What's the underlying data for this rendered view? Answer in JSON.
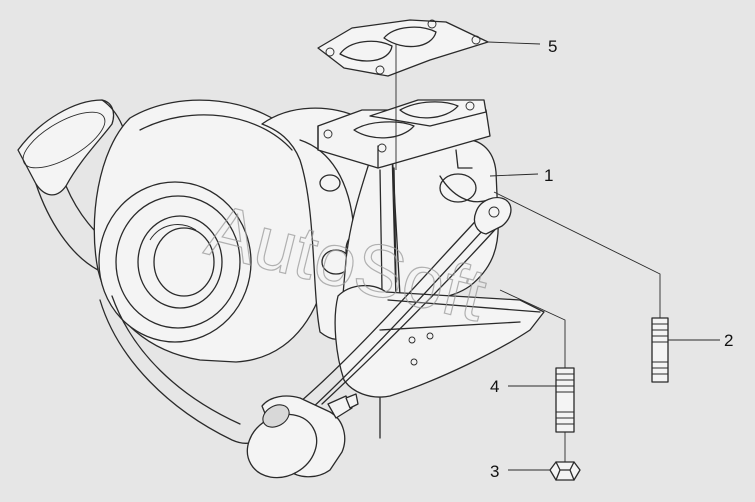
{
  "watermark": "AutoSoft",
  "callouts": [
    {
      "label": "1",
      "part": "turbocharger"
    },
    {
      "label": "2",
      "part": "stud"
    },
    {
      "label": "3",
      "part": "nut"
    },
    {
      "label": "4",
      "part": "stud"
    },
    {
      "label": "5",
      "part": "gasket"
    }
  ],
  "colors": {
    "background": "#e6e6e6",
    "line": "#2a2a2a",
    "watermark": "#9a9a9a"
  }
}
